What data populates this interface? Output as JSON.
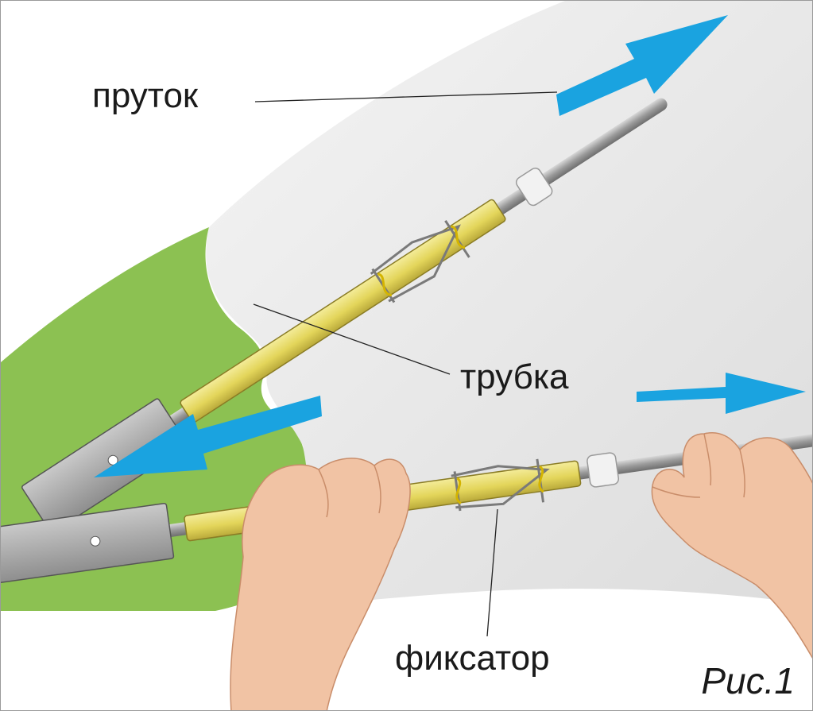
{
  "labels": {
    "rod": "пруток",
    "tube": "трубка",
    "clamp": "фиксатор",
    "figure": "Рис.1"
  },
  "colors": {
    "arrow": "#1aa3e0",
    "tube_yellow": "#e8dc6a",
    "grass_green": "#8cc152",
    "fabric": "#e6e6e6",
    "metal": "#a8a8a8",
    "skin": "#f1c3a4"
  },
  "icons": [
    "arrow-up-right-icon",
    "arrow-down-left-icon",
    "arrow-right-icon"
  ]
}
